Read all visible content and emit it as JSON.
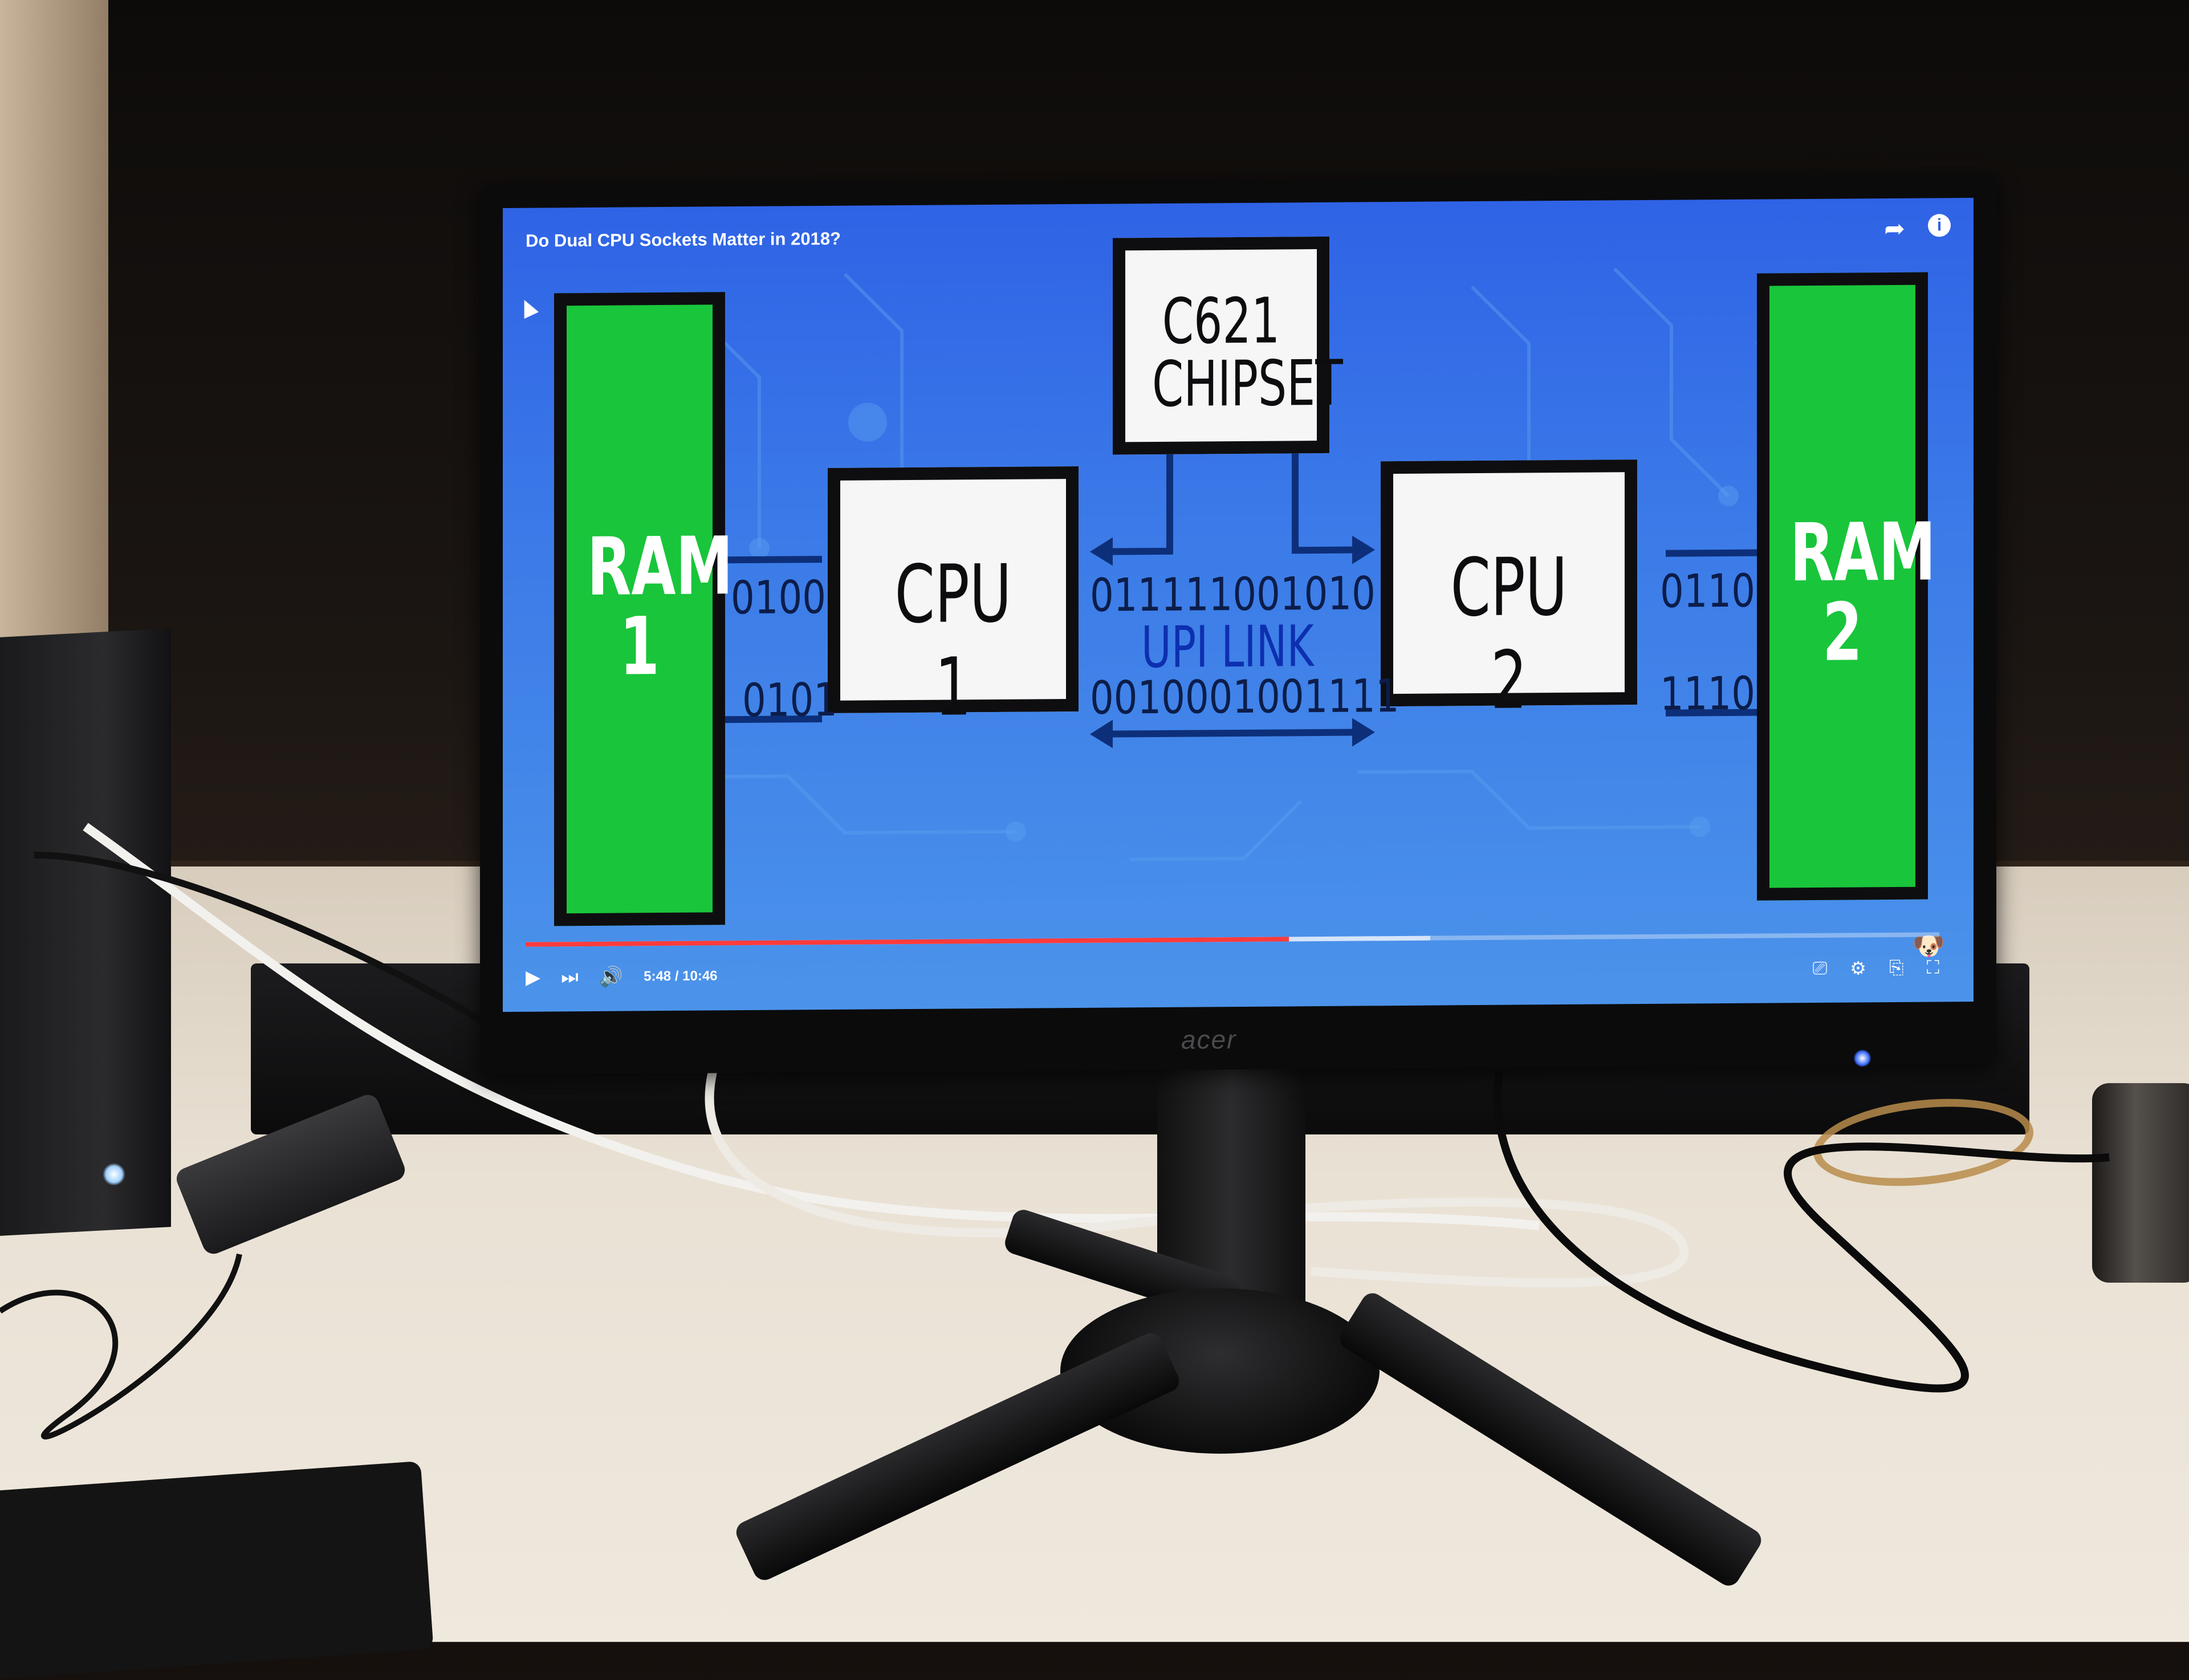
{
  "video": {
    "title": "Do Dual CPU Sockets Matter in 2018?",
    "current_time": "5:48",
    "duration": "10:46",
    "time_display": "5:48 / 10:46",
    "progress": 0.54,
    "buffered": 0.64
  },
  "diagram": {
    "chipset_line1": "C621",
    "chipset_line2": "CHIPSET",
    "cpu1": "CPU 1",
    "cpu2": "CPU 2",
    "ram1_line1": "RAM",
    "ram1_line2": "1",
    "ram2_line1": "RAM",
    "ram2_line2": "2",
    "upi_link": "UPI LINK",
    "binary_top_center": "011111001010",
    "binary_bottom_center": "0010001001111",
    "binary_left_top": "0100",
    "binary_left_bottom": "0101",
    "binary_right_top": "0110",
    "binary_right_bottom": "1110"
  },
  "monitor": {
    "brand": "acer"
  },
  "icons": {
    "share": "share-arrow-icon",
    "info": "info-icon",
    "play": "play-icon",
    "next": "next-icon",
    "volume": "volume-icon",
    "captions": "captions-icon",
    "settings": "settings-icon",
    "cast": "cast-icon",
    "fullscreen": "exit-fullscreen-icon"
  },
  "colors": {
    "ram_green": "#19c53b",
    "screen_blue": "#3b7ae8",
    "progress_red": "#ff3b3b"
  }
}
